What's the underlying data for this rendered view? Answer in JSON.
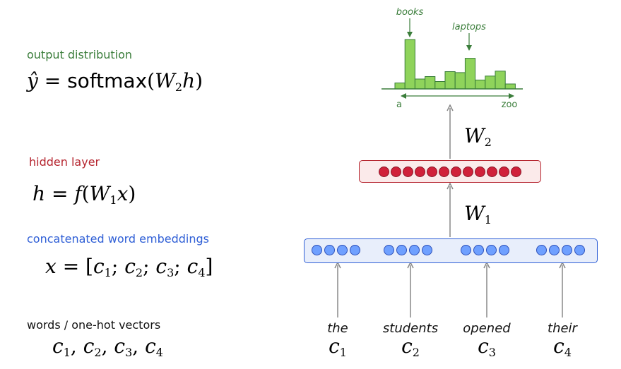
{
  "left_panel": {
    "output_label": "output distribution",
    "hidden_label": "hidden layer",
    "embeddings_label": "concatenated word embeddings",
    "words_label": "words / one-hot vectors"
  },
  "diagram": {
    "histogram": {
      "annotation_1": "books",
      "annotation_2": "laptops",
      "axis_start": "a",
      "axis_end": "zoo",
      "values": [
        0.12,
        1.0,
        0.2,
        0.25,
        0.15,
        0.35,
        0.33,
        0.62,
        0.18,
        0.26,
        0.36,
        0.1
      ]
    },
    "weight_top": "W",
    "weight_top_sub": "2",
    "weight_bottom": "W",
    "weight_bottom_sub": "1",
    "hidden_units": 12,
    "embedding_groups": 4,
    "units_per_group": 4,
    "words": [
      "the",
      "students",
      "opened",
      "their"
    ],
    "vector_symbol": "c",
    "vector_indices": [
      "1",
      "2",
      "3",
      "4"
    ]
  },
  "colors": {
    "green": "#3a7d3a",
    "red": "#b5242e",
    "blue": "#2f5fd6",
    "histogram_fill": "#8fd35b"
  }
}
